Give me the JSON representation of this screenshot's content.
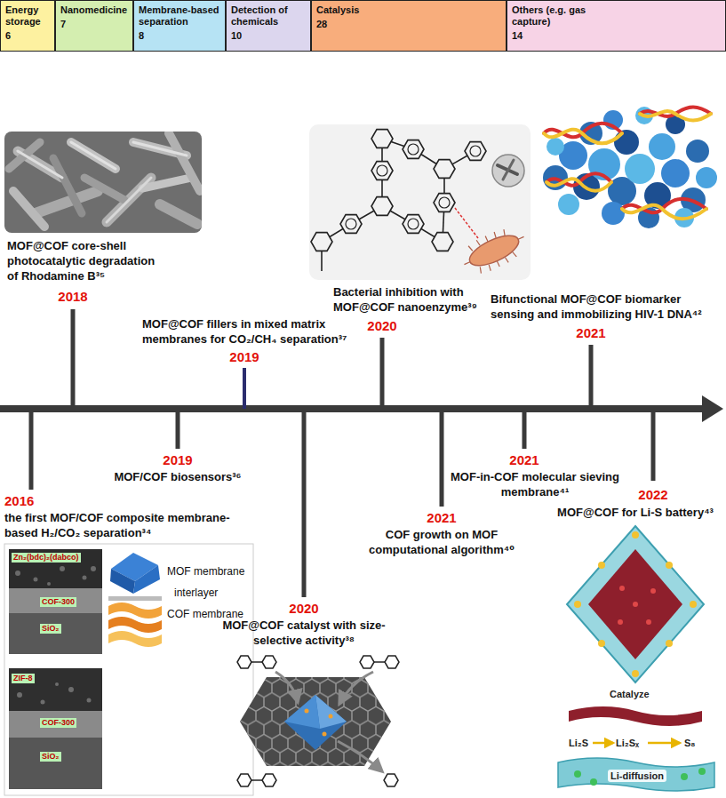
{
  "diagram": {
    "nodes": [
      {
        "text": [
          "Energy storage",
          "6"
        ]
      },
      {
        "text": [
          "Nanomedicine",
          "7"
        ]
      },
      {
        "text": [
          "Membrane-based separation",
          "8"
        ]
      },
      {
        "text": [
          "Detection of chemicals",
          "10"
        ]
      },
      {
        "text": [
          "Catalysis",
          "28"
        ]
      },
      {
        "text": [
          "Others (e.g. gas capture)",
          "14"
        ]
      }
    ],
    "labels": [
      "MOF@COF core-shell photocatalytic degradation of Rhodamine B³⁵",
      "2018",
      "MOF@COF fillers in mixed matrix membranes for CO₂/CH₄ separation³⁷",
      "2019",
      "Bacterial inhibition with MOF@COF nanoenzyme³⁹",
      "2020",
      "Bifunctional MOF@COF biomarker sensing and immobilizing HIV-1 DNA⁴²",
      "2021",
      "2016",
      "the first MOF/COF composite membrane-based H₂/CO₂ separation³⁴",
      "2019",
      "MOF/COF biosensors³⁶",
      "2020",
      "MOF@COF catalyst with size-selective activity³⁸",
      "2021",
      "COF growth on MOF computational algorithm⁴⁰",
      "2021",
      "MOF-in-COF molecular sieving membrane⁴¹",
      "2022",
      "MOF@COF for Li-S battery⁴³",
      "Zn₂(bdc)₂(dabco)",
      "COF-300",
      "SiO₂",
      "ZIF-8",
      "COF-300",
      "SiO₂",
      "MOF membrane",
      "interlayer",
      "COF membrane",
      "Catalyze",
      "Li₂S",
      "Li₂Sₓ",
      "S₈",
      "Li-diffusion"
    ]
  }
}
